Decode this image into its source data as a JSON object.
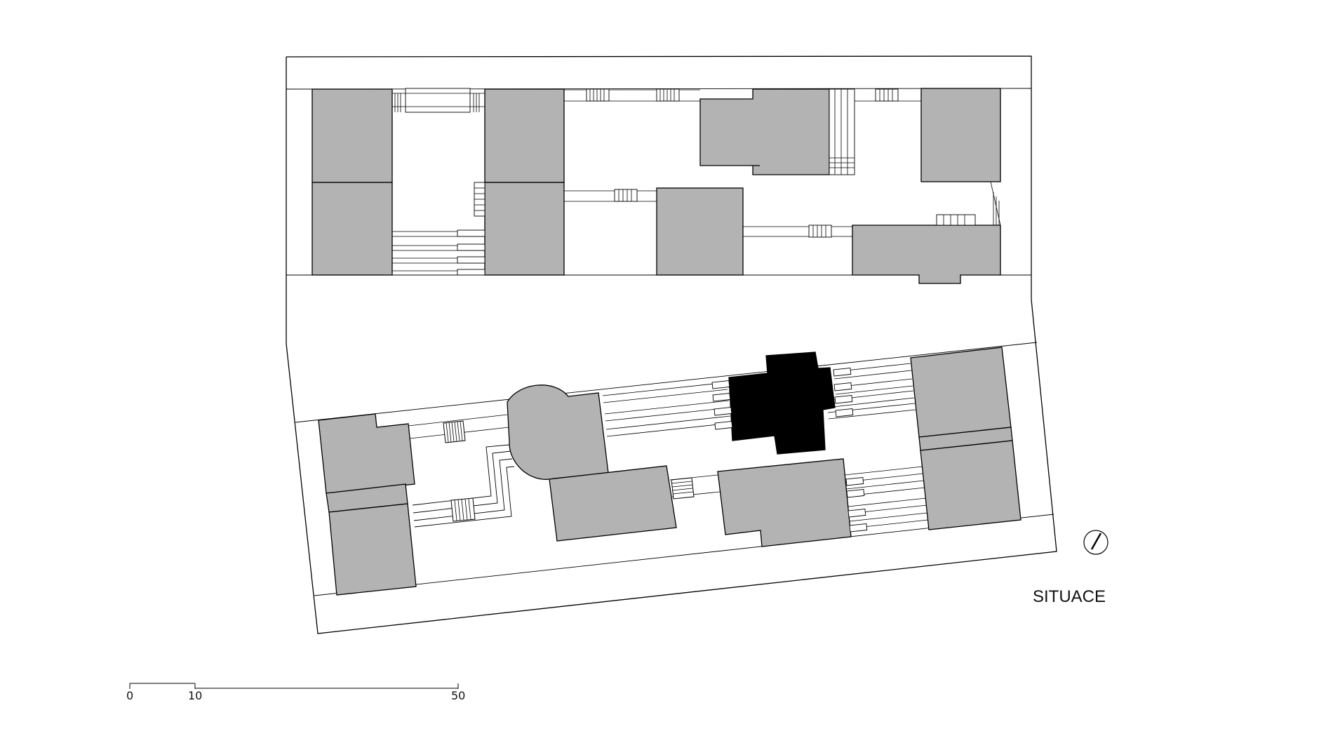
{
  "plan": {
    "title": "SITUACE",
    "scale_ticks": [
      "0",
      "10",
      "50"
    ]
  },
  "colors": {
    "building": "#b3b3b3",
    "highlighted_building": "#000000",
    "lines": "#000000",
    "background": "#ffffff"
  },
  "icons": {
    "north_arrow": "north-arrow-icon"
  }
}
